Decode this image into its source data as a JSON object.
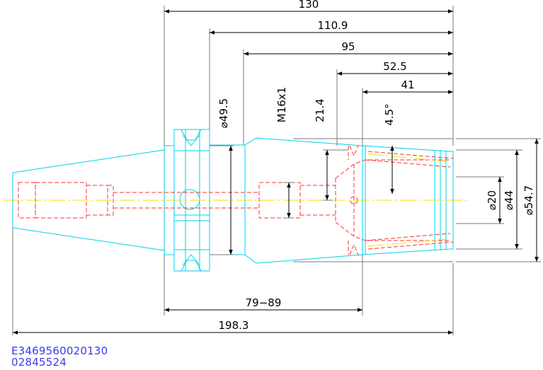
{
  "dimensions": {
    "overall_length": "198.3",
    "length_130": "130",
    "length_110_9": "110.9",
    "length_95": "95",
    "length_52_5": "52.5",
    "length_41": "41",
    "clamping_range": "79−89",
    "collar_diameter": "⌀49.5",
    "thread": "M16x1",
    "depth_21_4": "21.4",
    "taper_angle": "4.5°",
    "bore_diameter": "⌀20",
    "nut_diameter": "⌀44",
    "outer_diameter": "⌀54.7"
  },
  "footer": {
    "code_line_1": "E3469560020130",
    "code_line_2": "02845524"
  },
  "colors": {
    "outline": "#00d0e8",
    "hidden_lines": "#ff3030",
    "center_line": "#f4e000",
    "dimension_lines": "#000000",
    "code_text": "#3a3af0"
  }
}
